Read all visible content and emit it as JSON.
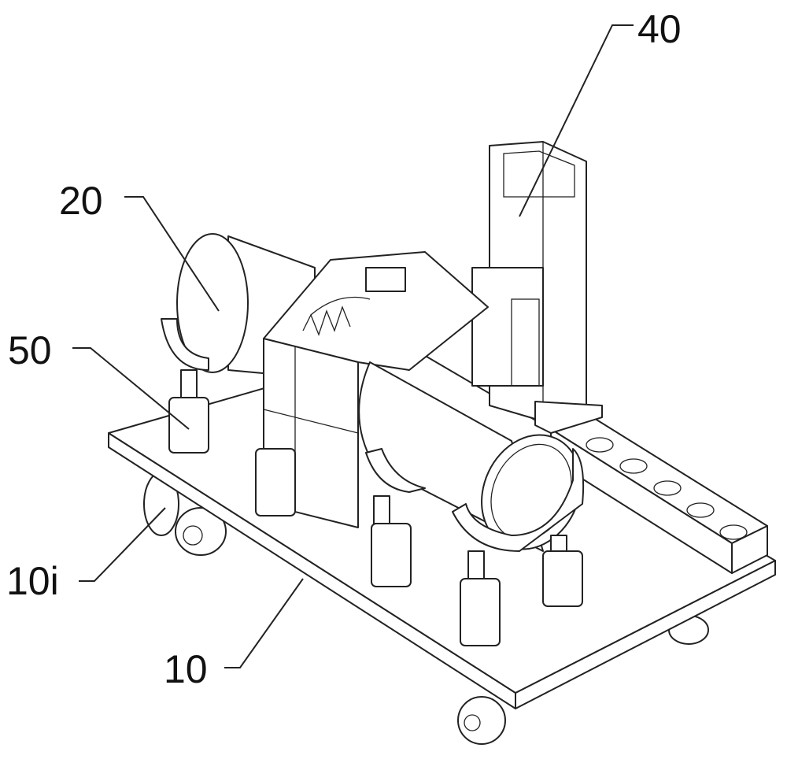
{
  "figure": {
    "labels": [
      {
        "id": "label-40",
        "text": "40"
      },
      {
        "id": "label-20",
        "text": "20"
      },
      {
        "id": "label-50",
        "text": "50"
      },
      {
        "id": "label-10i",
        "text": "10i"
      },
      {
        "id": "label-10",
        "text": "10"
      }
    ],
    "line_color": "#222222",
    "background": "#ffffff"
  }
}
